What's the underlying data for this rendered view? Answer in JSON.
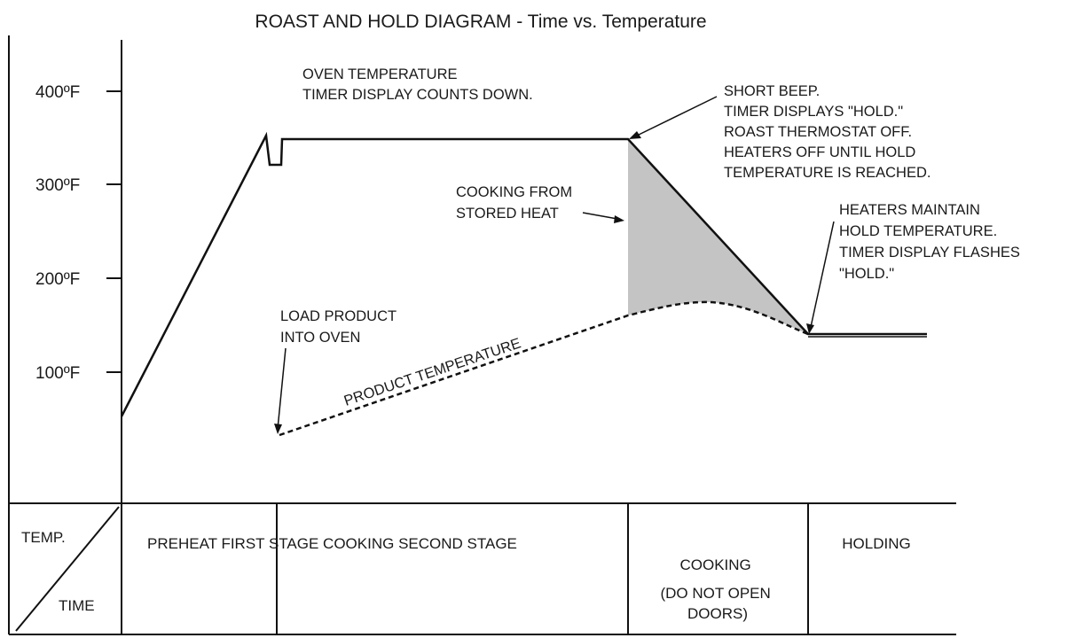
{
  "title": "ROAST AND HOLD DIAGRAM - Time vs. Temperature",
  "y_axis": {
    "ticks": [
      "400ºF",
      "300ºF",
      "200ºF",
      "100ºF"
    ]
  },
  "annotations": {
    "oven_temp": [
      "OVEN TEMPERATURE",
      "TIMER DISPLAY COUNTS DOWN."
    ],
    "short_beep": [
      "SHORT BEEP.",
      "TIMER DISPLAYS \"HOLD.\"",
      "ROAST THERMOSTAT OFF.",
      "HEATERS OFF UNTIL HOLD",
      "TEMPERATURE IS REACHED."
    ],
    "stored_heat": [
      "COOKING FROM",
      "STORED HEAT"
    ],
    "heaters_maintain": [
      "HEATERS MAINTAIN",
      "HOLD TEMPERATURE.",
      "TIMER DISPLAY FLASHES",
      "\"HOLD.\""
    ],
    "load_product": [
      "LOAD PRODUCT",
      "INTO OVEN"
    ],
    "product_temp": "PRODUCT TEMPERATURE"
  },
  "table": {
    "corner_top": "TEMP.",
    "corner_bottom": "TIME",
    "stages_label": "PREHEAT FIRST STAGE COOKING SECOND STAGE",
    "cooking": [
      "COOKING",
      "(DO NOT OPEN",
      "DOORS)"
    ],
    "holding": "HOLDING"
  },
  "colors": {
    "line": "#111111",
    "shade": "#c4c4c4",
    "text": "#1a1a1a"
  }
}
